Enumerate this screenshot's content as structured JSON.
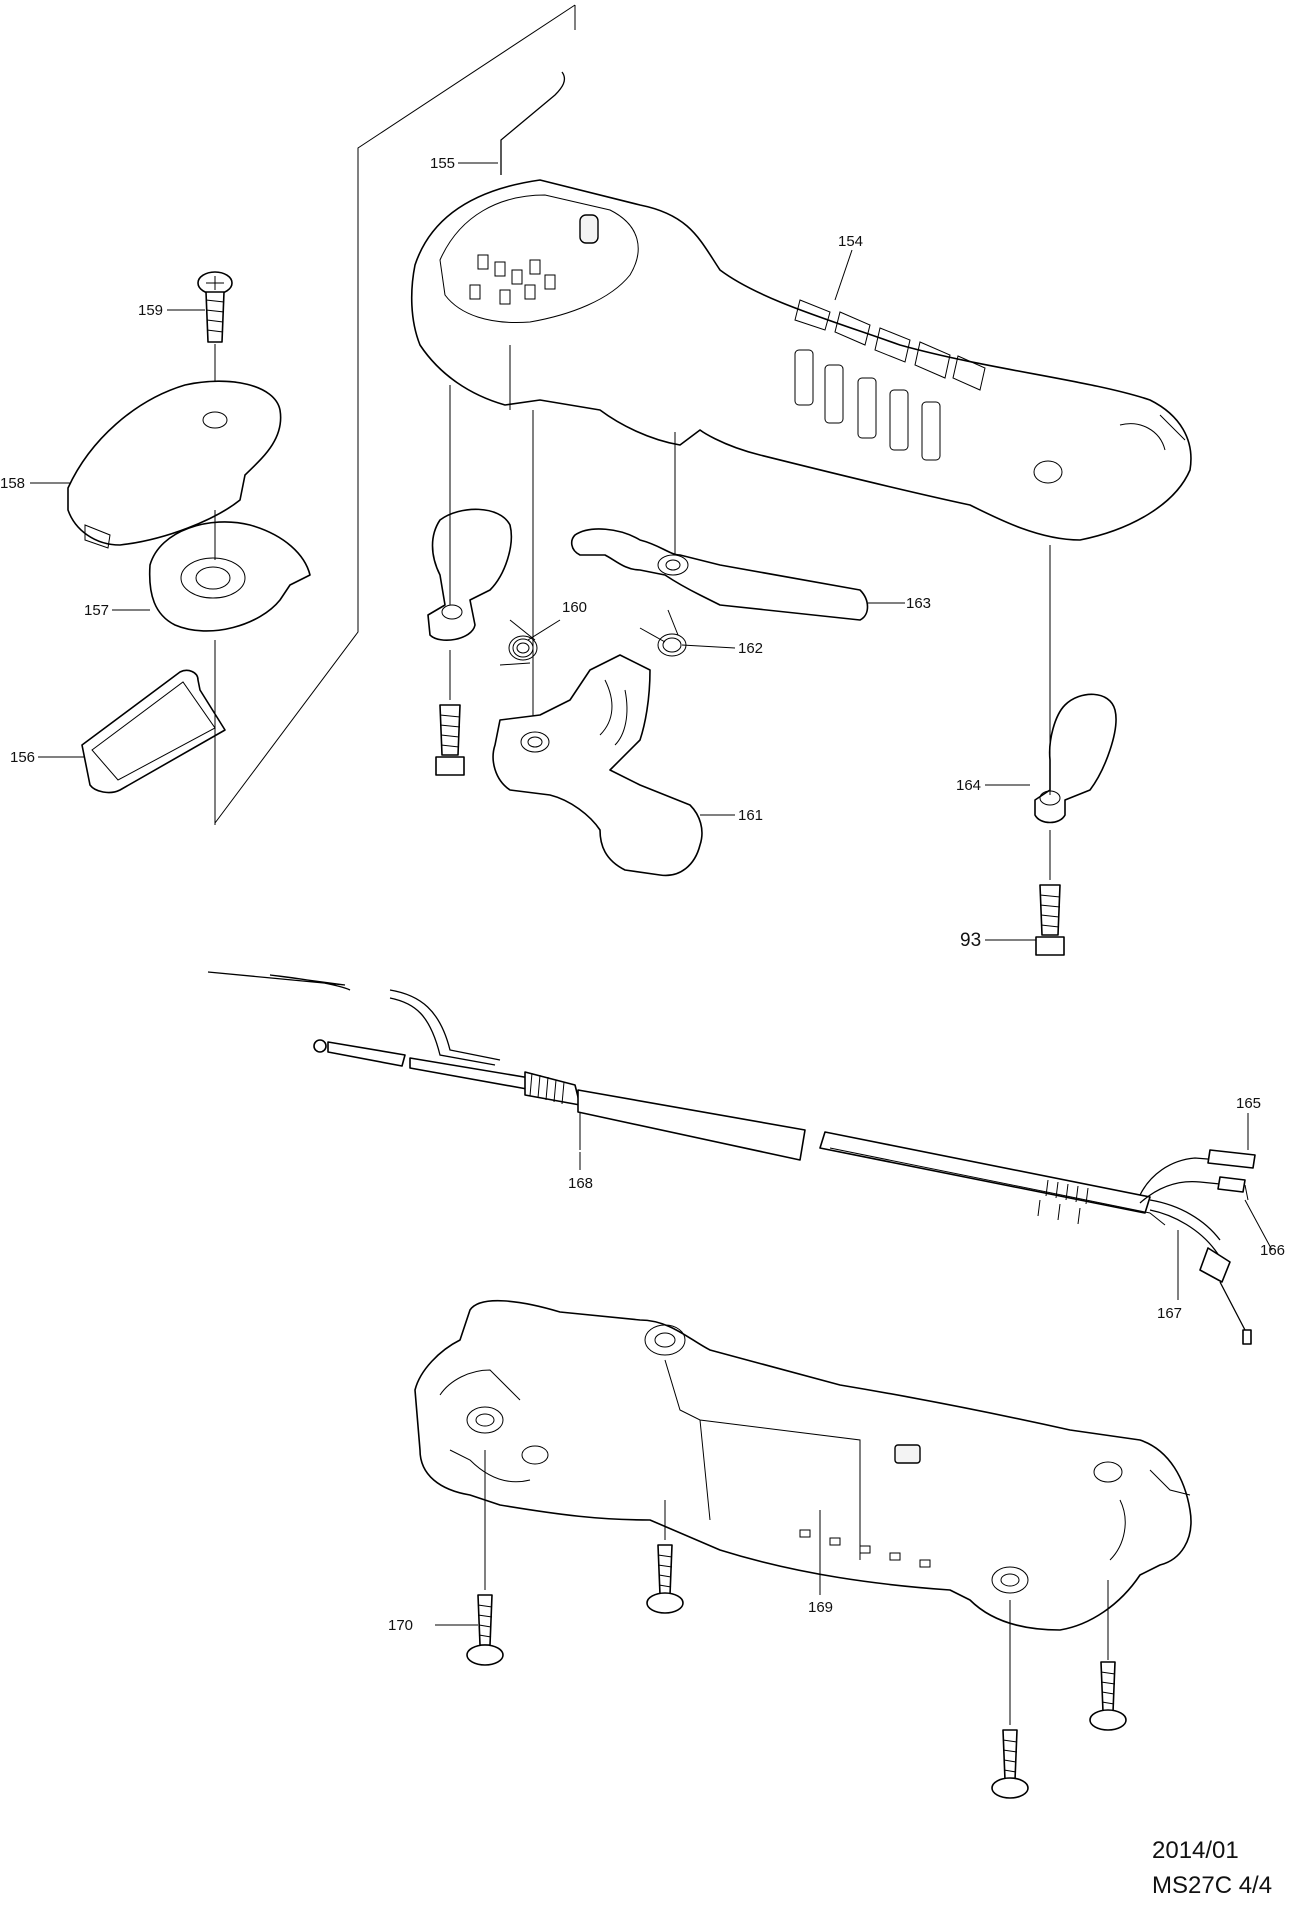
{
  "labels": [
    {
      "id": "154",
      "text": "154"
    },
    {
      "id": "155",
      "text": "155"
    },
    {
      "id": "156",
      "text": "156"
    },
    {
      "id": "157",
      "text": "157"
    },
    {
      "id": "158",
      "text": "158"
    },
    {
      "id": "159",
      "text": "159"
    },
    {
      "id": "160",
      "text": "160"
    },
    {
      "id": "161",
      "text": "161"
    },
    {
      "id": "162",
      "text": "162"
    },
    {
      "id": "163",
      "text": "163"
    },
    {
      "id": "164",
      "text": "164"
    },
    {
      "id": "93",
      "text": "93"
    },
    {
      "id": "165",
      "text": "165"
    },
    {
      "id": "166",
      "text": "166"
    },
    {
      "id": "167",
      "text": "167"
    },
    {
      "id": "168",
      "text": "168"
    },
    {
      "id": "169",
      "text": "169"
    },
    {
      "id": "170",
      "text": "170"
    }
  ],
  "footer": {
    "date": "2014/01",
    "model_page": "MS27C 4/4"
  }
}
